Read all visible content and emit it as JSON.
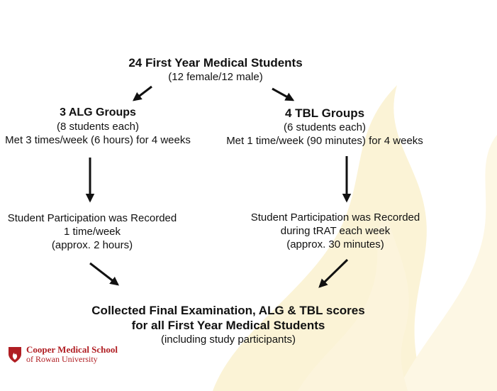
{
  "diagram": {
    "root": {
      "title": "24 First Year Medical Students",
      "subtitle": "(12 female/12 male)"
    },
    "alg": {
      "title": "3 ALG Groups",
      "line1": "(8 students each)",
      "line2": "Met 3 times/week (6 hours) for 4 weeks"
    },
    "tbl": {
      "title": "4 TBL Groups",
      "line1": "(6 students each)",
      "line2": "Met 1 time/week (90 minutes) for 4 weeks"
    },
    "alg_participation": {
      "line1": "Student Participation was Recorded",
      "line2": "1 time/week",
      "line3": "(approx. 2 hours)"
    },
    "tbl_participation": {
      "line1": "Student Participation was Recorded",
      "line2": "during tRAT each week",
      "line3": "(approx. 30 minutes)"
    },
    "final": {
      "line1": "Collected Final Examination, ALG & TBL scores",
      "line2": "for all First Year Medical Students",
      "line3": "(including study participants)"
    }
  },
  "logo": {
    "line1": "Cooper Medical School",
    "line2": "of Rowan University"
  },
  "colors": {
    "watermark": "#fbf3d6",
    "logo": "#b01e23",
    "text": "#111111"
  }
}
